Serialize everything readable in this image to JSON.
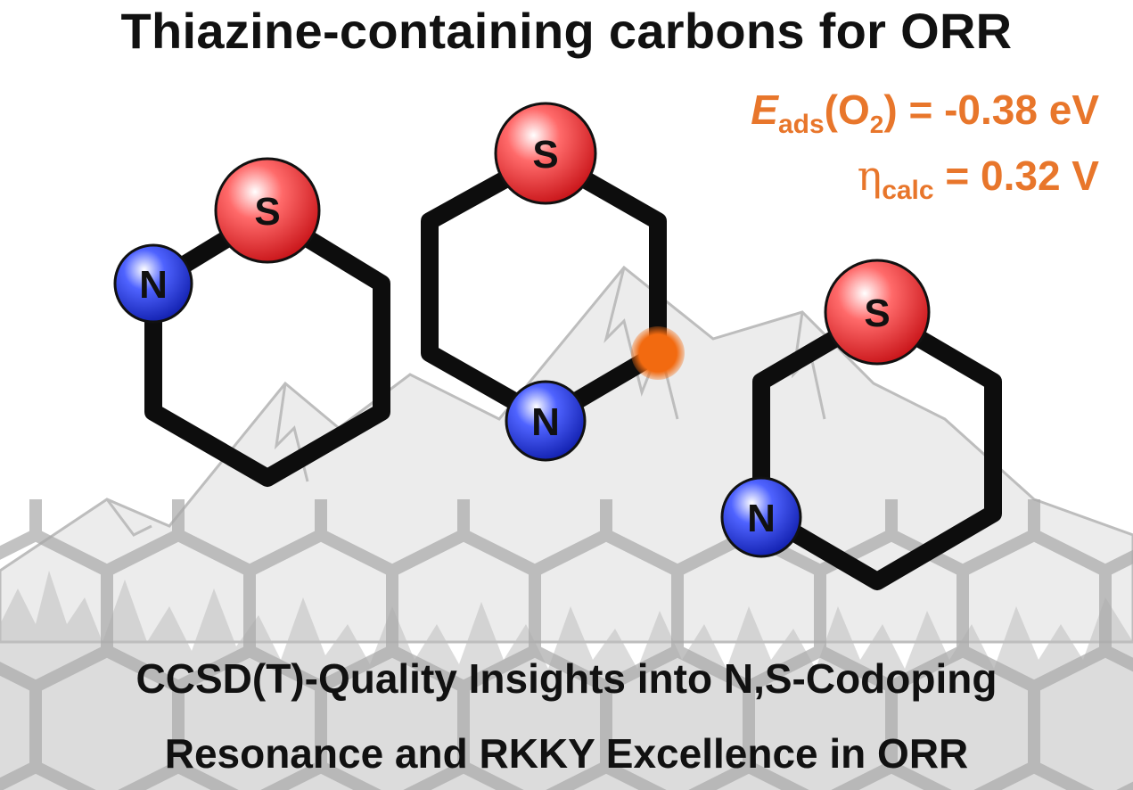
{
  "title": "Thiazine-containing carbons for ORR",
  "energy": {
    "e_symbol": "E",
    "e_sub": "ads",
    "o2_open": "(O",
    "o2_sub": "2",
    "e_value": ") = -0.38 eV",
    "eta_symbol": "η",
    "eta_sub": "calc",
    "eta_value": " = 0.32 V"
  },
  "atoms": {
    "s": "S",
    "n": "N"
  },
  "colors": {
    "accent": "#e8762b",
    "sulfur": "#e8262b",
    "nitrogen": "#1f2fd6",
    "bond": "#0d0d0d",
    "active_site": "#f26a10",
    "background_art": "#c8c8c8"
  },
  "footer": {
    "line1": "CCSD(T)-Quality Insights into N,S-Codoping",
    "line2": "Resonance and RKKY Excellence in ORR"
  }
}
